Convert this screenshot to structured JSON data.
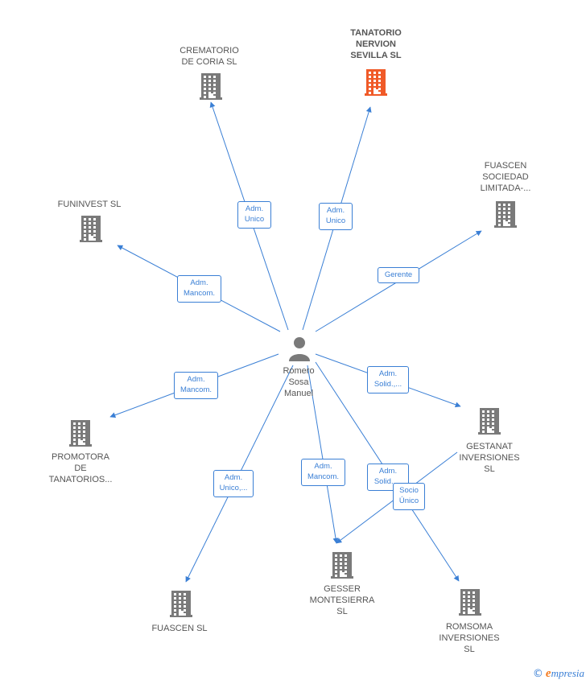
{
  "center": {
    "name": "Romero\nSosa\nManuel",
    "icon": "person-icon"
  },
  "companies": [
    {
      "id": "crematorio",
      "name": "CREMATORIO\nDE CORIA SL",
      "highlight": false,
      "icon": "building-icon"
    },
    {
      "id": "tanatorio",
      "name": "TANATORIO\nNERVION\nSEVILLA  SL",
      "highlight": true,
      "icon": "building-icon"
    },
    {
      "id": "fuascen-sociedad",
      "name": "FUASCEN\nSOCIEDAD\nLIMITADA-...",
      "highlight": false,
      "icon": "building-icon"
    },
    {
      "id": "funinvest",
      "name": "FUNINVEST  SL",
      "highlight": false,
      "icon": "building-icon"
    },
    {
      "id": "gestanat",
      "name": "GESTANAT\nINVERSIONES\nSL",
      "highlight": false,
      "icon": "building-icon"
    },
    {
      "id": "promotora",
      "name": "PROMOTORA\nDE\nTANATORIOS...",
      "highlight": false,
      "icon": "building-icon"
    },
    {
      "id": "fuascen",
      "name": "FUASCEN  SL",
      "highlight": false,
      "icon": "building-icon"
    },
    {
      "id": "gesser",
      "name": "GESSER\nMONTESIERRA\nSL",
      "highlight": false,
      "icon": "building-icon"
    },
    {
      "id": "romsoma",
      "name": "ROMSOMA\nINVERSIONES\nSL",
      "highlight": false,
      "icon": "building-icon"
    }
  ],
  "relations": [
    {
      "to": "crematorio",
      "label": "Adm.\nUnico"
    },
    {
      "to": "tanatorio",
      "label": "Adm.\nUnico"
    },
    {
      "to": "fuascen-sociedad",
      "label": "Gerente"
    },
    {
      "to": "funinvest",
      "label": "Adm.\nMancom."
    },
    {
      "to": "gestanat",
      "label": "Adm.\nSolid.,..."
    },
    {
      "to": "promotora",
      "label": "Adm.\nMancom."
    },
    {
      "to": "fuascen",
      "label": "Adm.\nUnico,..."
    },
    {
      "to": "gesser",
      "label": "Adm.\nMancom."
    },
    {
      "to": "romsoma",
      "label": "Adm.\nSolid.,..."
    },
    {
      "from": "gestanat",
      "to": "gesser",
      "label": "Socio\nÚnico"
    }
  ],
  "colors": {
    "edge": "#3a7fd5",
    "building": "#7a7a7a",
    "building_highlight": "#f05a28",
    "person": "#7a7a7a"
  },
  "brand": {
    "copyright": "©",
    "initial": "e",
    "rest": "mpresia"
  }
}
